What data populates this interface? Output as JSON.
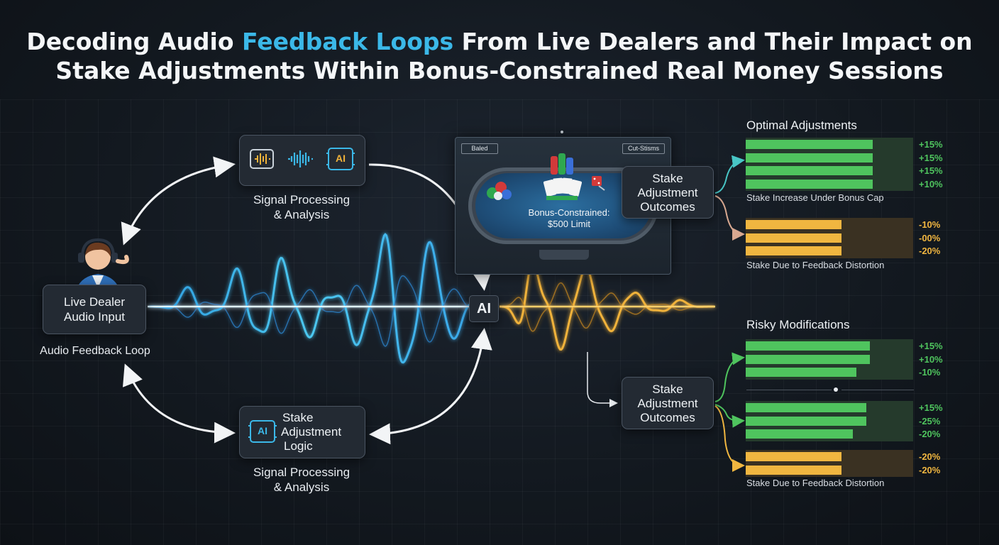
{
  "title": {
    "part1": "Decoding Audio ",
    "highlight": "Feedback Loops",
    "part2": " From Live Dealers and Their Impact on",
    "line2": "Stake Adjustments Within Bonus-Constrained Real Money Sessions"
  },
  "dealer": {
    "line1": "Live Dealer",
    "line2": "Audio Input",
    "loop_label": "Audio Feedback Loop"
  },
  "signal_top": {
    "label_line1": "Signal Processing",
    "label_line2": "& Analysis",
    "icon_text": "AI"
  },
  "logic_box": {
    "icon_text": "AI",
    "line1": "Stake",
    "line2": "Adjustment",
    "line3": "Logic"
  },
  "signal_bottom": {
    "label_line1": "Signal Processing",
    "label_line2": "& Analysis"
  },
  "ai_node": "AI",
  "table": {
    "tag_left": "Baled",
    "tag_right": "Cut-Stisms",
    "line1": "Bonus-Constrained:",
    "line2": "$500 Limit"
  },
  "outcomes_top": {
    "line1": "Stake",
    "line2": "Adjustment",
    "line3": "Outcomes"
  },
  "outcomes_bottom": {
    "line1": "Stake",
    "line2": "Adjustment",
    "line3": "Outcomes"
  },
  "optimal": {
    "title": "Optimal Adjustments",
    "green_caption": "Stake Increase Under Bonus Cap",
    "orange_caption": "Stake Due to Feedback Distortion"
  },
  "risky": {
    "title": "Risky Modifications",
    "caption": "Stake Due to Feedback Distortion"
  },
  "colors": {
    "green": "#4fc45e",
    "orange": "#f0b640",
    "cyan": "#3bb8e8",
    "track": "#253a2c",
    "track_orange": "#3a3122"
  },
  "bar_groups": [
    {
      "name": "optimal-green",
      "color": "green",
      "bars": [
        {
          "fill": 0.76,
          "label": "+15%"
        },
        {
          "fill": 0.76,
          "label": "+15%"
        },
        {
          "fill": 0.76,
          "label": "+15%"
        },
        {
          "fill": 0.76,
          "label": "+10%"
        }
      ]
    },
    {
      "name": "optimal-orange",
      "color": "orange",
      "bars": [
        {
          "fill": 0.57,
          "label": "-10%"
        },
        {
          "fill": 0.57,
          "label": "-00%"
        },
        {
          "fill": 0.57,
          "label": "-20%"
        }
      ]
    },
    {
      "name": "risky-green-1",
      "color": "green",
      "bars": [
        {
          "fill": 0.74,
          "label": "+15%"
        },
        {
          "fill": 0.74,
          "label": "+10%"
        },
        {
          "fill": 0.66,
          "label": "-10%"
        }
      ]
    },
    {
      "name": "risky-green-2",
      "color": "green",
      "bars": [
        {
          "fill": 0.72,
          "label": "+15%"
        },
        {
          "fill": 0.72,
          "label": "-25%"
        },
        {
          "fill": 0.64,
          "label": "-20%"
        }
      ]
    },
    {
      "name": "risky-orange",
      "color": "orange",
      "bars": [
        {
          "fill": 0.57,
          "label": "-20%"
        },
        {
          "fill": 0.57,
          "label": "-20%"
        }
      ]
    }
  ]
}
